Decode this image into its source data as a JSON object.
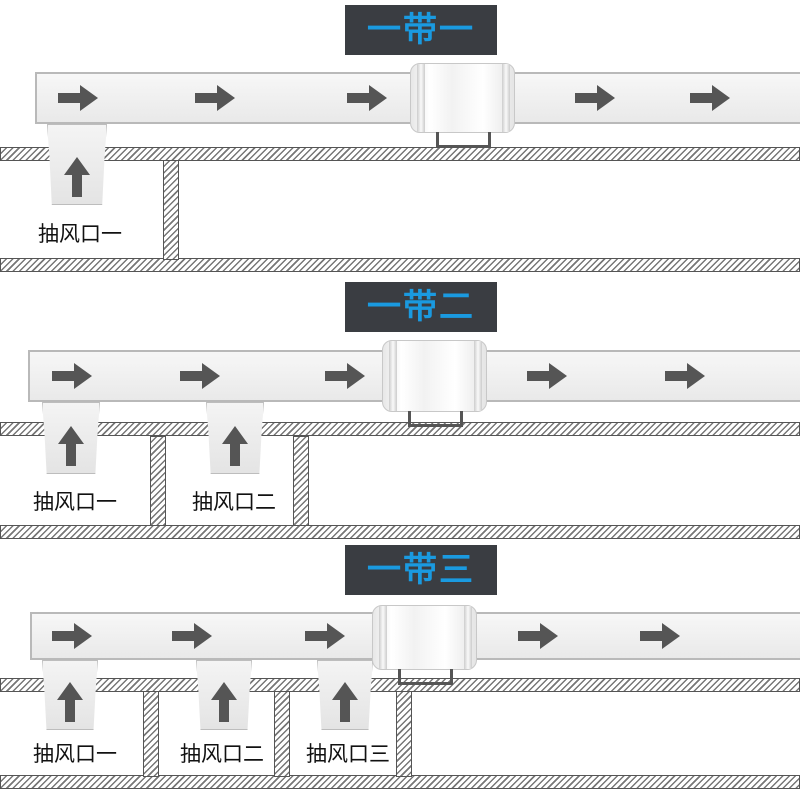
{
  "diagram": {
    "description": "Inline duct fan configurations: one fan serving one, two and three exhaust inlets",
    "colors": {
      "title_bg": "#3a3d42",
      "title_text": "#1a9ae0",
      "arrow": "#555555",
      "hatch": "#777777"
    },
    "panels": [
      {
        "title": "一带一",
        "flow_arrows": 5,
        "inlets": [
          {
            "label": "抽风口一",
            "icon": "up-arrow-icon"
          }
        ]
      },
      {
        "title": "一带二",
        "flow_arrows": 5,
        "inlets": [
          {
            "label": "抽风口一",
            "icon": "up-arrow-icon"
          },
          {
            "label": "抽风口二",
            "icon": "up-arrow-icon"
          }
        ]
      },
      {
        "title": "一带三",
        "flow_arrows": 5,
        "inlets": [
          {
            "label": "抽风口一",
            "icon": "up-arrow-icon"
          },
          {
            "label": "抽风口二",
            "icon": "up-arrow-icon"
          },
          {
            "label": "抽风口三",
            "icon": "up-arrow-icon"
          }
        ]
      }
    ]
  }
}
